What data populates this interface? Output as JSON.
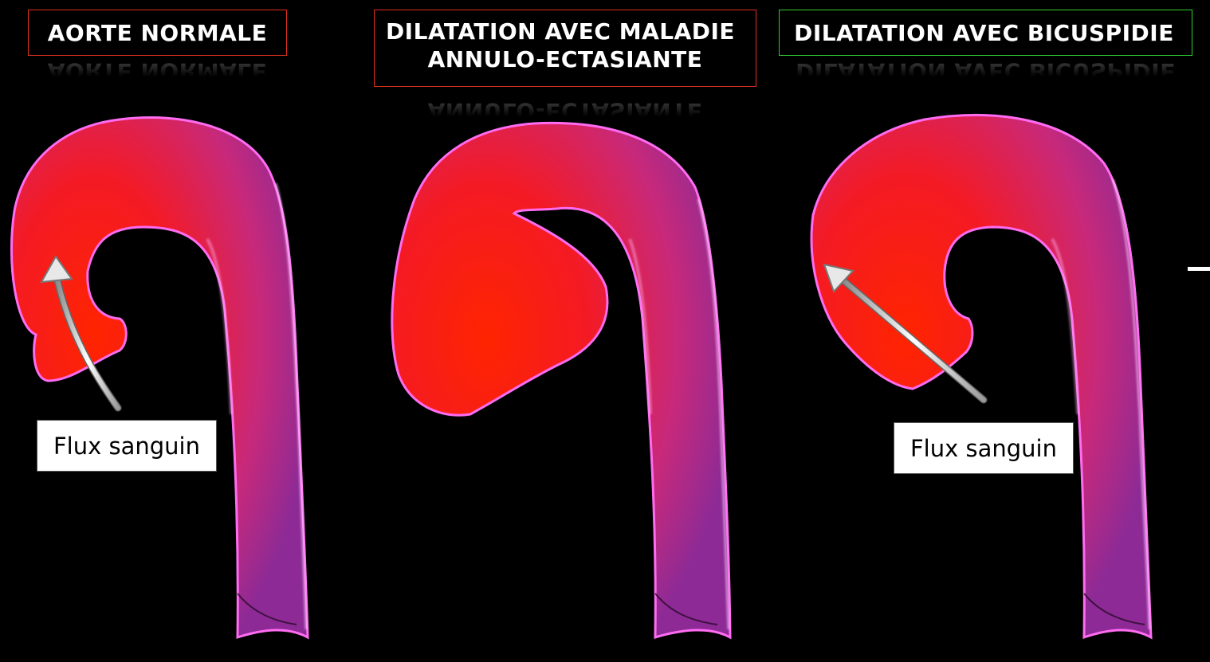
{
  "panels": [
    {
      "title_lines": [
        "AORTE NORMALE"
      ],
      "border_color": "#e2301e",
      "label": "Flux sanguin"
    },
    {
      "title_lines": [
        "DILATATION AVEC MALADIE",
        "ANNULO-ECTASIANTE"
      ],
      "border_color": "#e2301e"
    },
    {
      "title_lines": [
        "DILATATION AVEC BICUSPIDIE"
      ],
      "border_color": "#2ecf2e",
      "label": "Flux sanguin"
    }
  ],
  "colors": {
    "background": "#000000",
    "aorta_core": "#ff2400",
    "aorta_wall": "#b52ba0",
    "aorta_rim": "#ff6cf2",
    "arrow": "#e6e6e6"
  },
  "icons": [
    "aorta-illustration",
    "blood-flow-arrow-icon"
  ]
}
